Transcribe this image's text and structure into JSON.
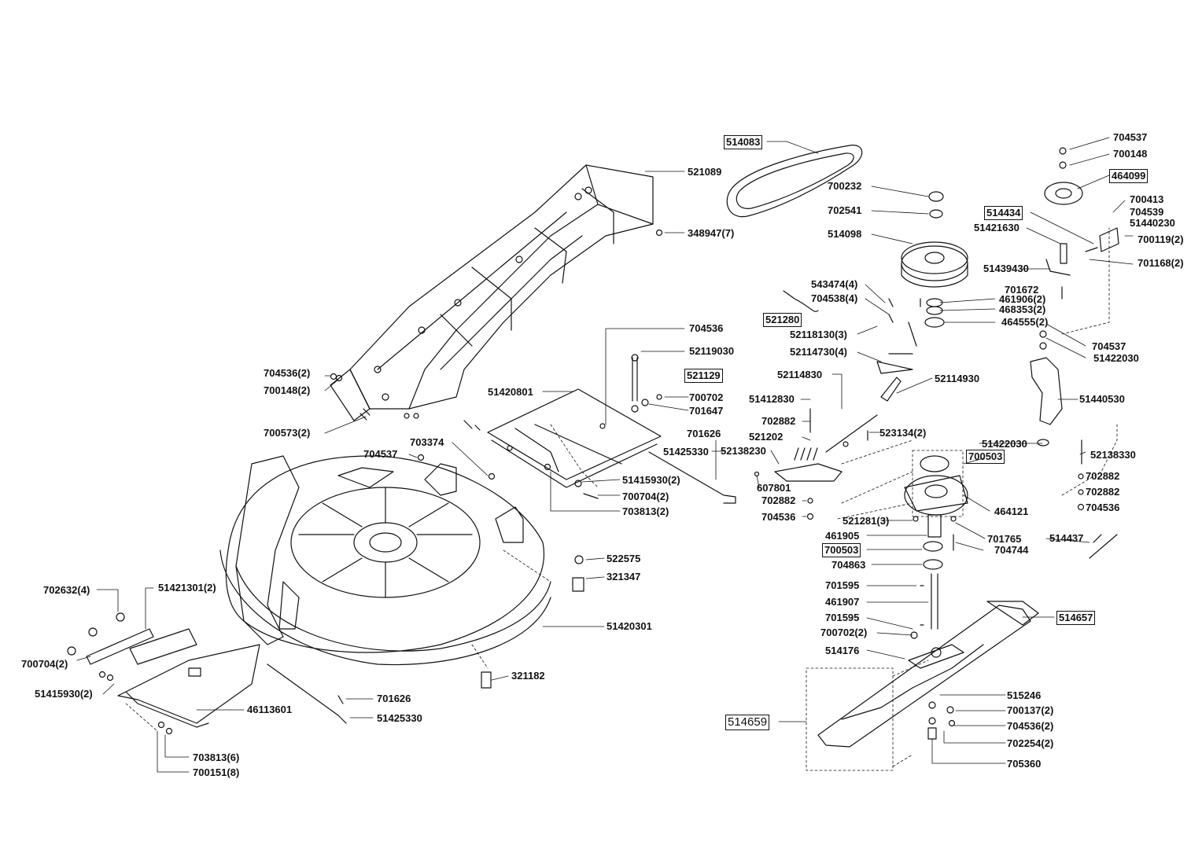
{
  "labels": {
    "l514083": "514083",
    "l521089": "521089",
    "l348947": "348947(7)",
    "l700232": "700232",
    "l702541": "702541",
    "l514098": "514098",
    "l704537a": "704537",
    "l700148a": "700148",
    "l464099": "464099",
    "l700413": "700413",
    "l514434": "514434",
    "l704539": "704539",
    "l51440230": "51440230",
    "l51421630": "51421630",
    "l700119": "700119(2)",
    "l701168": "701168(2)",
    "l51439430": "51439430",
    "l543474": "543474(4)",
    "l704538": "704538(4)",
    "l701672": "701672",
    "l461906": "461906(2)",
    "l468353": "468353(2)",
    "l521280": "521280",
    "l464555": "464555(2)",
    "l52118130": "52118130(3)",
    "l704536a": "704536",
    "l704537b": "704537",
    "l52119030": "52119030",
    "l51422030a": "51422030",
    "l52114730": "52114730(4)",
    "l521129": "521129",
    "l704536b": "704536(2)",
    "l700148b": "700148(2)",
    "l51420801": "51420801",
    "l52114830": "52114830",
    "l52114930": "52114930",
    "l700702a": "700702",
    "l701647": "701647",
    "l51412830": "51412830",
    "l51440530": "51440530",
    "l700573": "700573(2)",
    "l702882a": "702882",
    "l523134": "523134(2)",
    "l701626a": "701626",
    "l521202": "521202",
    "l703374": "703374",
    "l52138230": "52138230",
    "l51422030b": "51422030",
    "l51425330a": "51425330",
    "l704537c": "704537",
    "l700503a": "700503",
    "l52138330": "52138330",
    "l51415930a": "51415930(2)",
    "l607801": "607801",
    "l702882b": "702882",
    "l700704a": "700704(2)",
    "l702882c": "702882",
    "l702882d": "702882",
    "l703813a": "703813(2)",
    "l464121": "464121",
    "l704536c": "704536",
    "l704536d": "704536",
    "l521281": "521281(3)",
    "l461905": "461905",
    "l701765": "701765",
    "l514437": "514437",
    "l700503b": "700503",
    "l704744": "704744",
    "l522575": "522575",
    "l704863": "704863",
    "l321347": "321347",
    "l702632": "702632(4)",
    "l51421301": "51421301(2)",
    "l701595a": "701595",
    "l461907": "461907",
    "l514657": "514657",
    "l701595b": "701595",
    "l51420301": "51420301",
    "l700702b": "700702(2)",
    "l700704b": "700704(2)",
    "l514176": "514176",
    "l321182": "321182",
    "l51415930b": "51415930(2)",
    "l515246": "515246",
    "l701626b": "701626",
    "l700137": "700137(2)",
    "l46113601": "46113601",
    "l51425330b": "51425330",
    "l514659": "514659",
    "l704536e": "704536(2)",
    "l702254": "702254(2)",
    "l703813b": "703813(6)",
    "l705360": "705360",
    "l700151": "700151(8)"
  }
}
